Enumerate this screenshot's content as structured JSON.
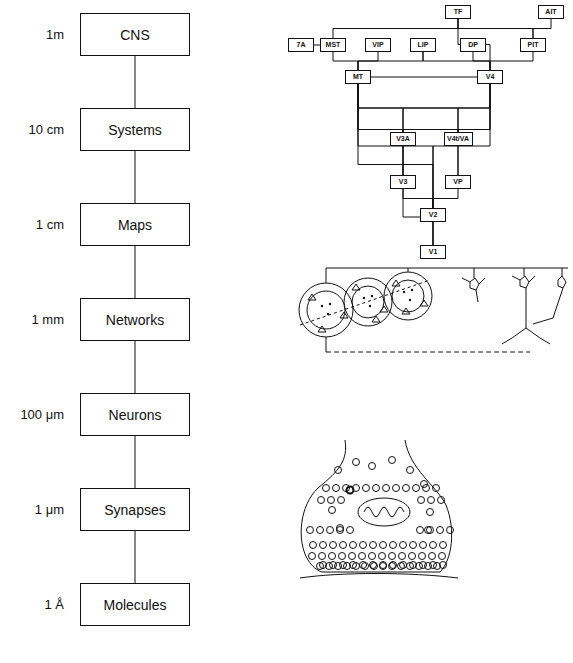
{
  "diagram": {
    "nodes": [
      {
        "text": [
          "CNS"
        ]
      },
      {
        "text": [
          "Systems"
        ]
      },
      {
        "text": [
          "Maps"
        ]
      },
      {
        "text": [
          "Networks"
        ]
      },
      {
        "text": [
          "Neurons"
        ]
      },
      {
        "text": [
          "Synapses"
        ]
      },
      {
        "text": [
          "Molecules"
        ]
      },
      {
        "text": [
          "TF"
        ]
      },
      {
        "text": [
          "AIT"
        ]
      },
      {
        "text": [
          "7A"
        ]
      },
      {
        "text": [
          "MST"
        ]
      },
      {
        "text": [
          "VIP"
        ]
      },
      {
        "text": [
          "LIP"
        ]
      },
      {
        "text": [
          "DP"
        ]
      },
      {
        "text": [
          "PIT"
        ]
      },
      {
        "text": [
          "MT"
        ]
      },
      {
        "text": [
          "V4"
        ]
      },
      {
        "text": [
          "V3A"
        ]
      },
      {
        "text": [
          "V4t/VA"
        ]
      },
      {
        "text": [
          "V3"
        ]
      },
      {
        "text": [
          "VP"
        ]
      },
      {
        "text": [
          "V2"
        ]
      },
      {
        "text": [
          "V1"
        ]
      }
    ],
    "edges": [
      {
        "from": 0,
        "to": 1,
        "arrow": "none"
      },
      {
        "from": 1,
        "to": 2,
        "arrow": "none"
      },
      {
        "from": 2,
        "to": 3,
        "arrow": "none"
      },
      {
        "from": 3,
        "to": 4,
        "arrow": "none"
      },
      {
        "from": 4,
        "to": 5,
        "arrow": "none"
      },
      {
        "from": 5,
        "to": 6,
        "arrow": "none"
      },
      {
        "from": 22,
        "to": 21,
        "arrow": "none"
      },
      {
        "from": 22,
        "to": 15,
        "arrow": "none"
      },
      {
        "from": 22,
        "to": 19,
        "arrow": "none"
      },
      {
        "from": 21,
        "to": 19,
        "arrow": "none"
      },
      {
        "from": 21,
        "to": 20,
        "arrow": "none"
      },
      {
        "from": 21,
        "to": 15,
        "arrow": "none"
      },
      {
        "from": 21,
        "to": 16,
        "arrow": "none"
      },
      {
        "from": 19,
        "to": 17,
        "arrow": "none"
      },
      {
        "from": 19,
        "to": 15,
        "arrow": "none"
      },
      {
        "from": 19,
        "to": 16,
        "arrow": "none"
      },
      {
        "from": 20,
        "to": 16,
        "arrow": "none"
      },
      {
        "from": 20,
        "to": 15,
        "arrow": "none"
      },
      {
        "from": 17,
        "to": 15,
        "arrow": "none"
      },
      {
        "from": 17,
        "to": 16,
        "arrow": "none"
      },
      {
        "from": 18,
        "to": 15,
        "arrow": "none"
      },
      {
        "from": 18,
        "to": 16,
        "arrow": "none"
      },
      {
        "from": 15,
        "to": 16,
        "arrow": "none"
      },
      {
        "from": 15,
        "to": 10,
        "arrow": "none"
      },
      {
        "from": 15,
        "to": 11,
        "arrow": "none"
      },
      {
        "from": 15,
        "to": 12,
        "arrow": "none"
      },
      {
        "from": 16,
        "to": 12,
        "arrow": "none"
      },
      {
        "from": 16,
        "to": 13,
        "arrow": "none"
      },
      {
        "from": 16,
        "to": 14,
        "arrow": "none"
      },
      {
        "from": 16,
        "to": 7,
        "arrow": "none"
      },
      {
        "from": 14,
        "to": 8,
        "arrow": "none"
      },
      {
        "from": 14,
        "to": 7,
        "arrow": "none"
      },
      {
        "from": 10,
        "to": 9,
        "arrow": "none"
      },
      {
        "from": 10,
        "to": 7,
        "arrow": "none"
      }
    ],
    "labels": [
      "1m",
      "10 cm",
      "1 cm",
      "1 mm",
      "100 μm",
      "1 μm",
      "1 Å"
    ]
  }
}
